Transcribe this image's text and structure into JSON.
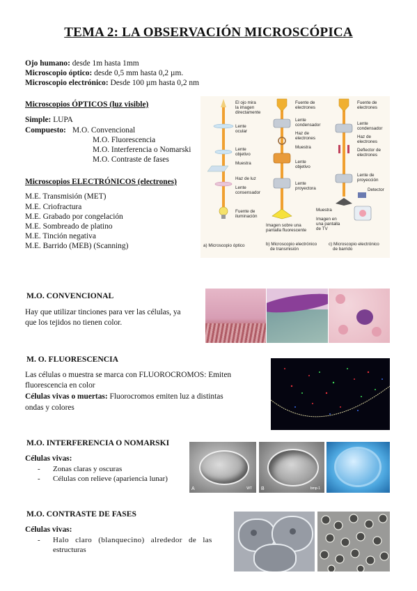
{
  "title": "TEMA 2: LA OBSERVACIÓN MICROSCÓPICA",
  "ranges": [
    {
      "label": "Ojo humano:",
      "text": " desde 1m hasta 1mm"
    },
    {
      "label": "Microscopio óptico:",
      "text": " desde 0,5 mm hasta 0,2 µm."
    },
    {
      "label": "Microscopio electrónico:",
      "text": " Desde 100 µm hasta 0,2 nm"
    }
  ],
  "optical": {
    "heading": "Microscopios ÓPTICOS (luz visible)",
    "simple_label": "Simple:",
    "simple_text": " LUPA",
    "compound_label": "Compuesto:",
    "compound_items": [
      "M.O. Convencional",
      "M.O. Fluorescencia",
      "M.O. Interferencia o Nomarski",
      "M.O. Contraste de fases"
    ]
  },
  "electronic": {
    "heading": "Microscopios ELECTRÓNICOS (electrones)",
    "items": [
      "M.E. Transmisión (MET)",
      "M.E. Criofractura",
      "M.E. Grabado por congelación",
      "M.E. Sombreado de platino",
      "M.E. Tinción negativa",
      "M.E. Barrido (MEB) (Scanning)"
    ]
  },
  "diagram": {
    "a_labels": [
      "El ojo mira",
      "la imagen",
      "directamente",
      "Lente",
      "ocular",
      "Lente",
      "objetivo",
      "Muestra",
      "Haz de luz",
      "Lente",
      "consensador",
      "Fuente de",
      "iluminación"
    ],
    "b_labels": [
      "Fuente de",
      "electrones",
      "Lente",
      "condensador",
      "Haz de",
      "electrones",
      "Muestra",
      "Lente",
      "objetivo",
      "Lente",
      "proyectora",
      "Imagen sobre una",
      "pantalla fluorescente"
    ],
    "c_labels": [
      "Fuente de",
      "electrones",
      "Lente",
      "condensador",
      "Haz de",
      "electrones",
      "Deflector de",
      "electrones",
      "Lente de",
      "proyección",
      "Detector",
      "Muestra",
      "Imagen en",
      "una pantalla",
      "de TV"
    ],
    "captions": [
      "a) Microscopio óptico",
      "b) Microscopio electrónico",
      "de transmisión",
      "c) Microscopio electrónico",
      "de barrido"
    ]
  },
  "convencional": {
    "heading": "M.O. CONVENCIONAL",
    "lines": [
      "Hay que utilizar tinciones para ver las células, ya",
      "que los tejidos no tienen color."
    ]
  },
  "fluorescencia": {
    "heading": "M. O. FLUORESCENCIA",
    "line1": "Las células o muestra se marca con FLUOROCROMOS: Emiten",
    "line2": "fluorescencia en color",
    "line3_label": "Células vivas o muertas:",
    "line3_text": " Fluorocromos emiten luz a distintas",
    "line4": "ondas y colores"
  },
  "nomarski": {
    "heading": "M.O. INTERFERENCIA O NOMARSKI",
    "sub": "Células vivas:",
    "items": [
      "Zonas claras y oscuras",
      "Células con relieve (apariencia lunar)"
    ],
    "img_labels": [
      "A",
      "WT",
      "B",
      "bmp-1"
    ]
  },
  "contraste": {
    "heading": "M.O. CONTRASTE DE FASES",
    "sub": "Células vivas:",
    "item1": "Halo claro (blanquecino) alrededor de las",
    "item2": "estructuras"
  },
  "colors": {
    "stain_pink": "#e9a9c4",
    "stain_purple": "#7a3f8f",
    "fluor_bg": "#050510",
    "nomarski_blue": "#4ea8e0"
  }
}
